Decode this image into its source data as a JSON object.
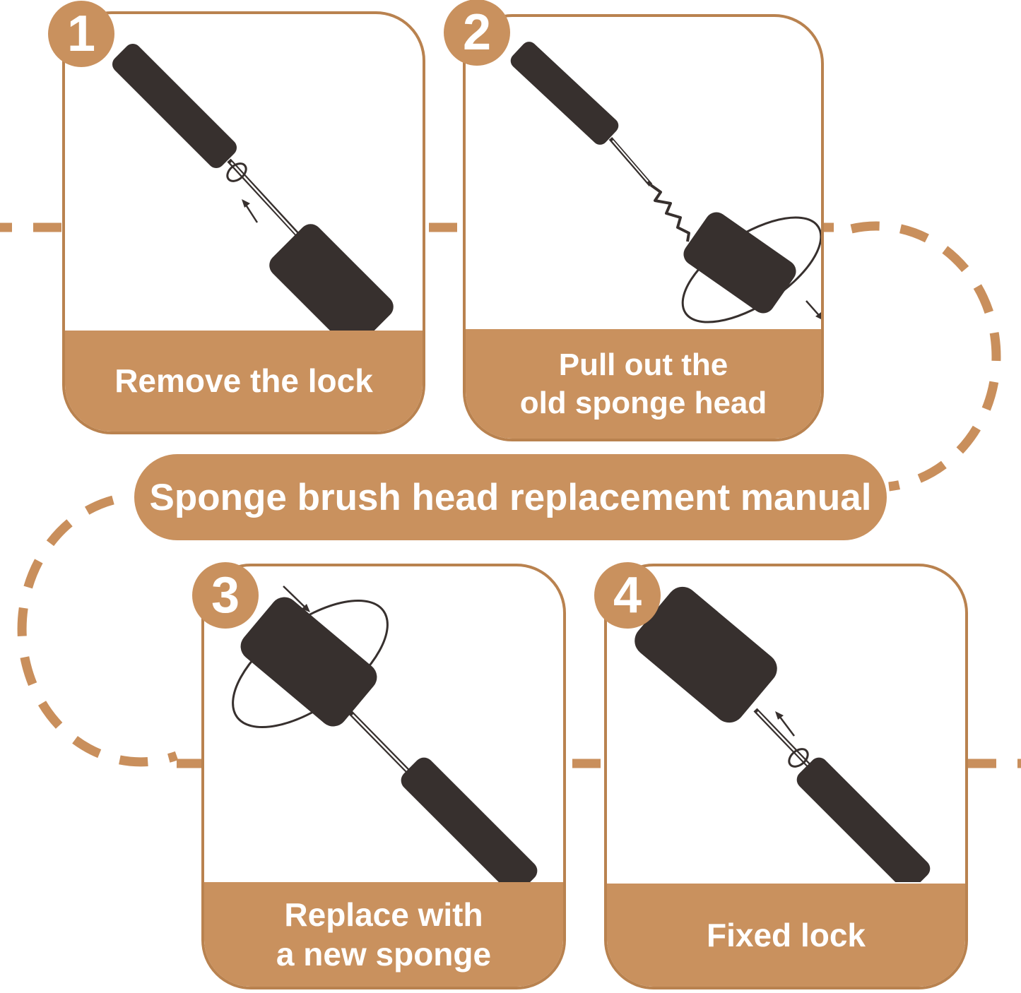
{
  "title": "Sponge brush head replacement manual",
  "colors": {
    "tan_fill": "#C9915E",
    "tan_border": "#B9824F",
    "dash_line": "#C98F5C",
    "brush_dark": "#37302E",
    "text": "#FFFFFF",
    "background": "#FFFFFF"
  },
  "banner": {
    "label": "Sponge brush head replacement manual"
  },
  "steps": [
    {
      "number": "1",
      "caption_lines": [
        "Remove the lock"
      ],
      "icon": "brush-remove-lock-illustration"
    },
    {
      "number": "2",
      "caption_lines": [
        "Pull out the",
        "old sponge head"
      ],
      "icon": "brush-pull-sponge-illustration"
    },
    {
      "number": "3",
      "caption_lines": [
        "Replace with",
        "a new sponge"
      ],
      "icon": "brush-new-sponge-illustration"
    },
    {
      "number": "4",
      "caption_lines": [
        "Fixed lock"
      ],
      "icon": "brush-fixed-lock-illustration"
    }
  ]
}
